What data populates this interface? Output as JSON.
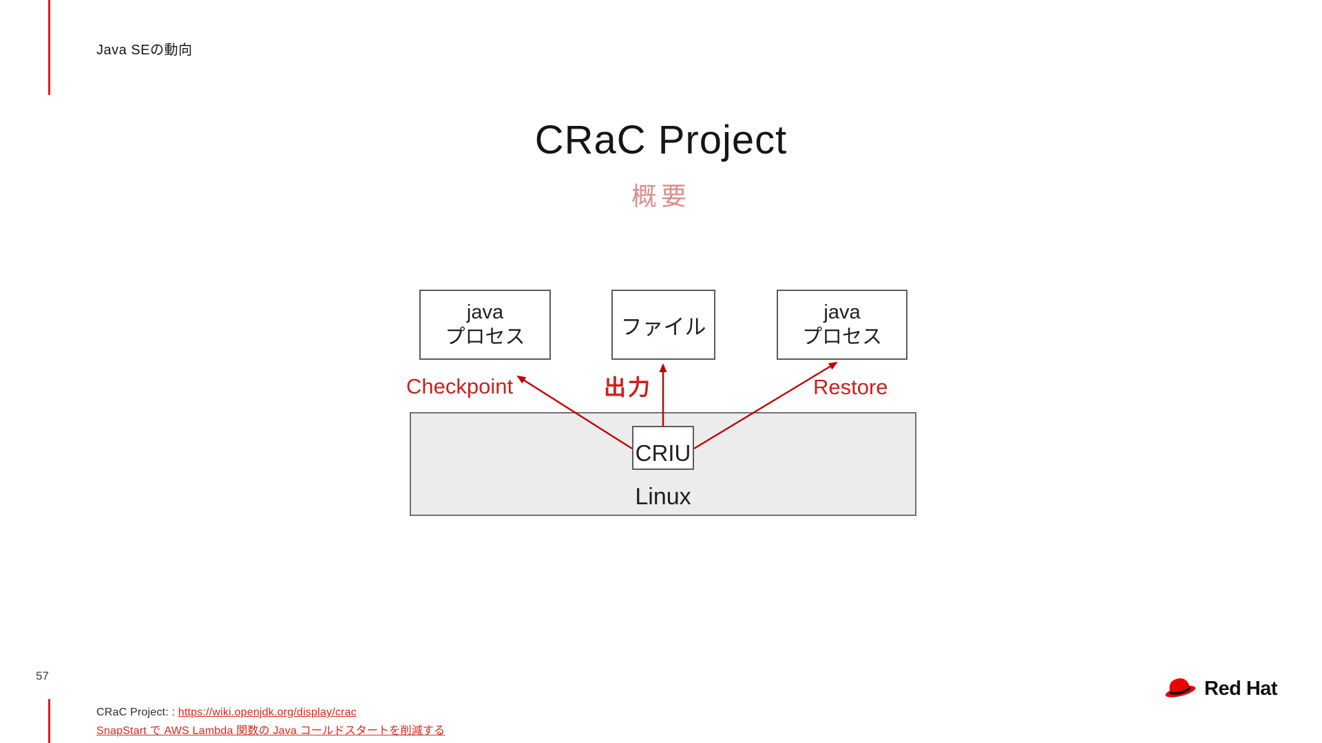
{
  "colors": {
    "accent": "#e01b1b",
    "arrow": "#c00000",
    "label": "#c9211e",
    "link": "#d9261c",
    "subtitle": "#dd8c8c",
    "brand": "#ee0000"
  },
  "header": {
    "eyebrow": "Java SEの動向"
  },
  "title": "CRaC Project",
  "subtitle": "概要",
  "diagram": {
    "process_left": {
      "line1": "java",
      "line2": "プロセス"
    },
    "file": {
      "label": "ファイル"
    },
    "process_right": {
      "line1": "java",
      "line2": "プロセス"
    },
    "criu": {
      "label": "CRIU"
    },
    "linux": {
      "label": "Linux"
    },
    "arrow_labels": {
      "checkpoint": "Checkpoint",
      "output": "出力",
      "restore": "Restore"
    }
  },
  "footer": {
    "page_number": "57",
    "reference_prefix": "CRaC Project: : ",
    "reference_link": "https://wiki.openjdk.org/display/crac",
    "reference_link2": "SnapStart で AWS Lambda 関数の Java コールドスタートを削減する"
  },
  "logo": {
    "wordmark": "Red Hat"
  }
}
